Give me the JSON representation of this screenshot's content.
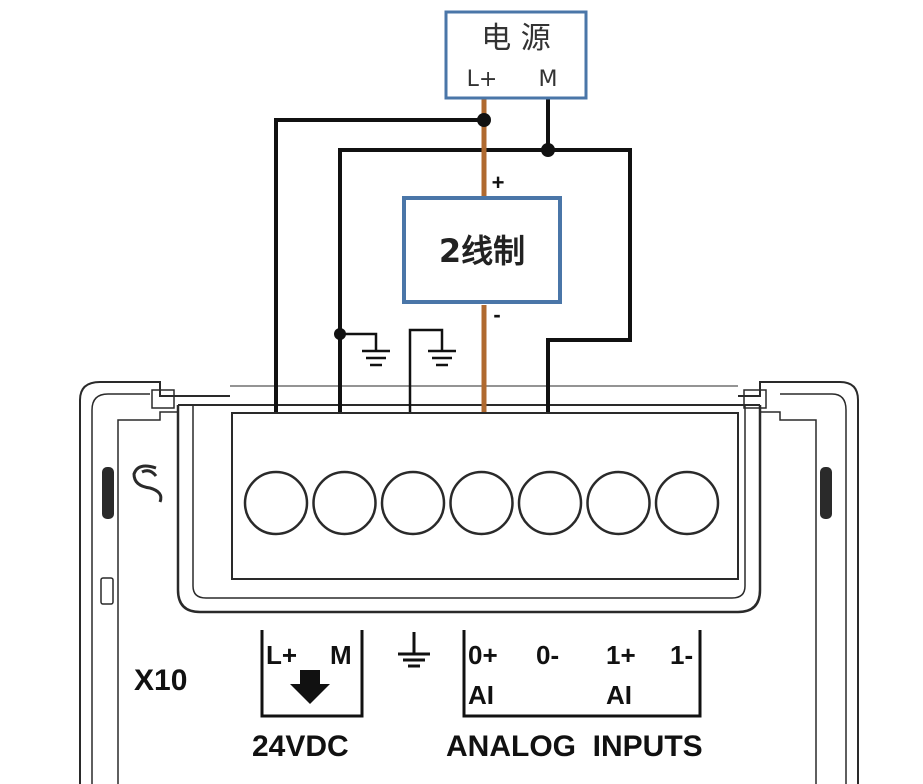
{
  "power_supply": {
    "title": "电 源",
    "terminal_plus": "L+",
    "terminal_minus": "M"
  },
  "transmitter": {
    "label": "2线制",
    "plus_sign": "+",
    "minus_sign": "-"
  },
  "module": {
    "name": "X10",
    "terminal_count": 7,
    "labels": {
      "l_plus": "L+",
      "m": "M",
      "ai0_plus": "0+",
      "ai0_minus": "0-",
      "ai1_plus": "1+",
      "ai1_minus": "1-",
      "ai_a": "AI",
      "ai_b": "AI",
      "supply": "24VDC",
      "analog_inputs": "ANALOG  INPUTS"
    }
  },
  "colors": {
    "wire": "#111111",
    "signal_wire": "#b06a30",
    "box_border": "#4a76a8",
    "module_outline": "#2a2a2a"
  }
}
